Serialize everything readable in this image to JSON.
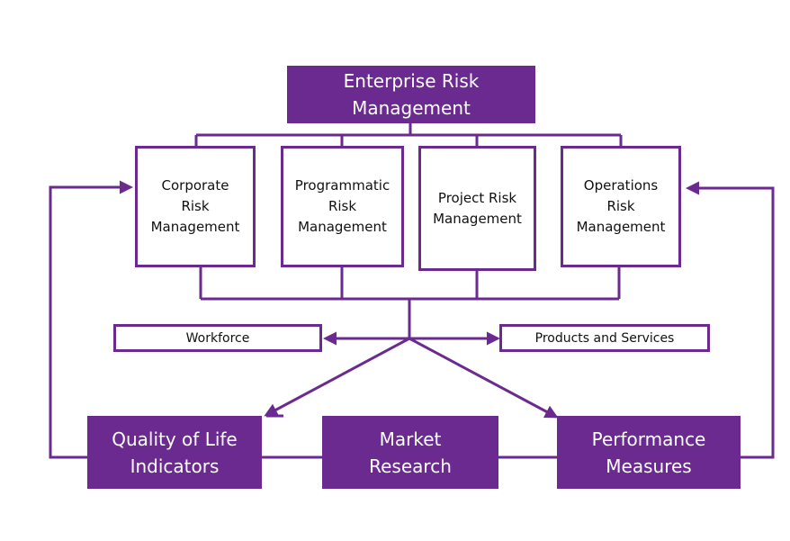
{
  "diagram": {
    "title": "Enterprise Risk\nManagement",
    "branches": [
      "Corporate\nRisk\nManagement",
      "Programmatic\nRisk\nManagement",
      "Project Risk\nManagement",
      "Operations\nRisk\nManagement"
    ],
    "left_side": "Workforce",
    "right_side": "Products and Services",
    "outcomes": [
      "Quality of Life\nIndicators",
      "Market\nResearch",
      "Performance\nMeasures"
    ],
    "colors": {
      "accent": "#6b2a8f",
      "box_text": "#111111",
      "filled_text": "#ffffff"
    }
  }
}
